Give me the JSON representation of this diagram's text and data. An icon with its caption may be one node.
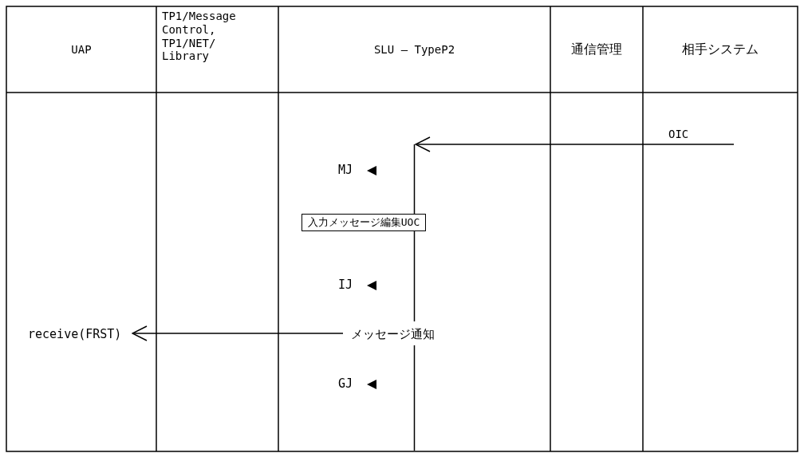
{
  "diagram": {
    "nodes": [
      {
        "text": [
          "入力メッセージ編集UOC"
        ]
      },
      {
        "text": [
          "メッセージ通知"
        ]
      },
      {
        "text": [
          "receive(FRST)"
        ]
      },
      {
        "text": [],
        "shape": "bar"
      }
    ],
    "edges": [
      {
        "from": null,
        "to": 3,
        "arrow": "to",
        "label": "OIC"
      },
      {
        "from": 1,
        "to": 2,
        "arrow": "to"
      }
    ],
    "labels": [
      "UAP",
      "TP1/Message Control, TP1/NET/ Library",
      "SLU — TypeP2",
      "通信管理",
      "相手システム",
      "MJ",
      "IJ",
      "GJ"
    ]
  }
}
